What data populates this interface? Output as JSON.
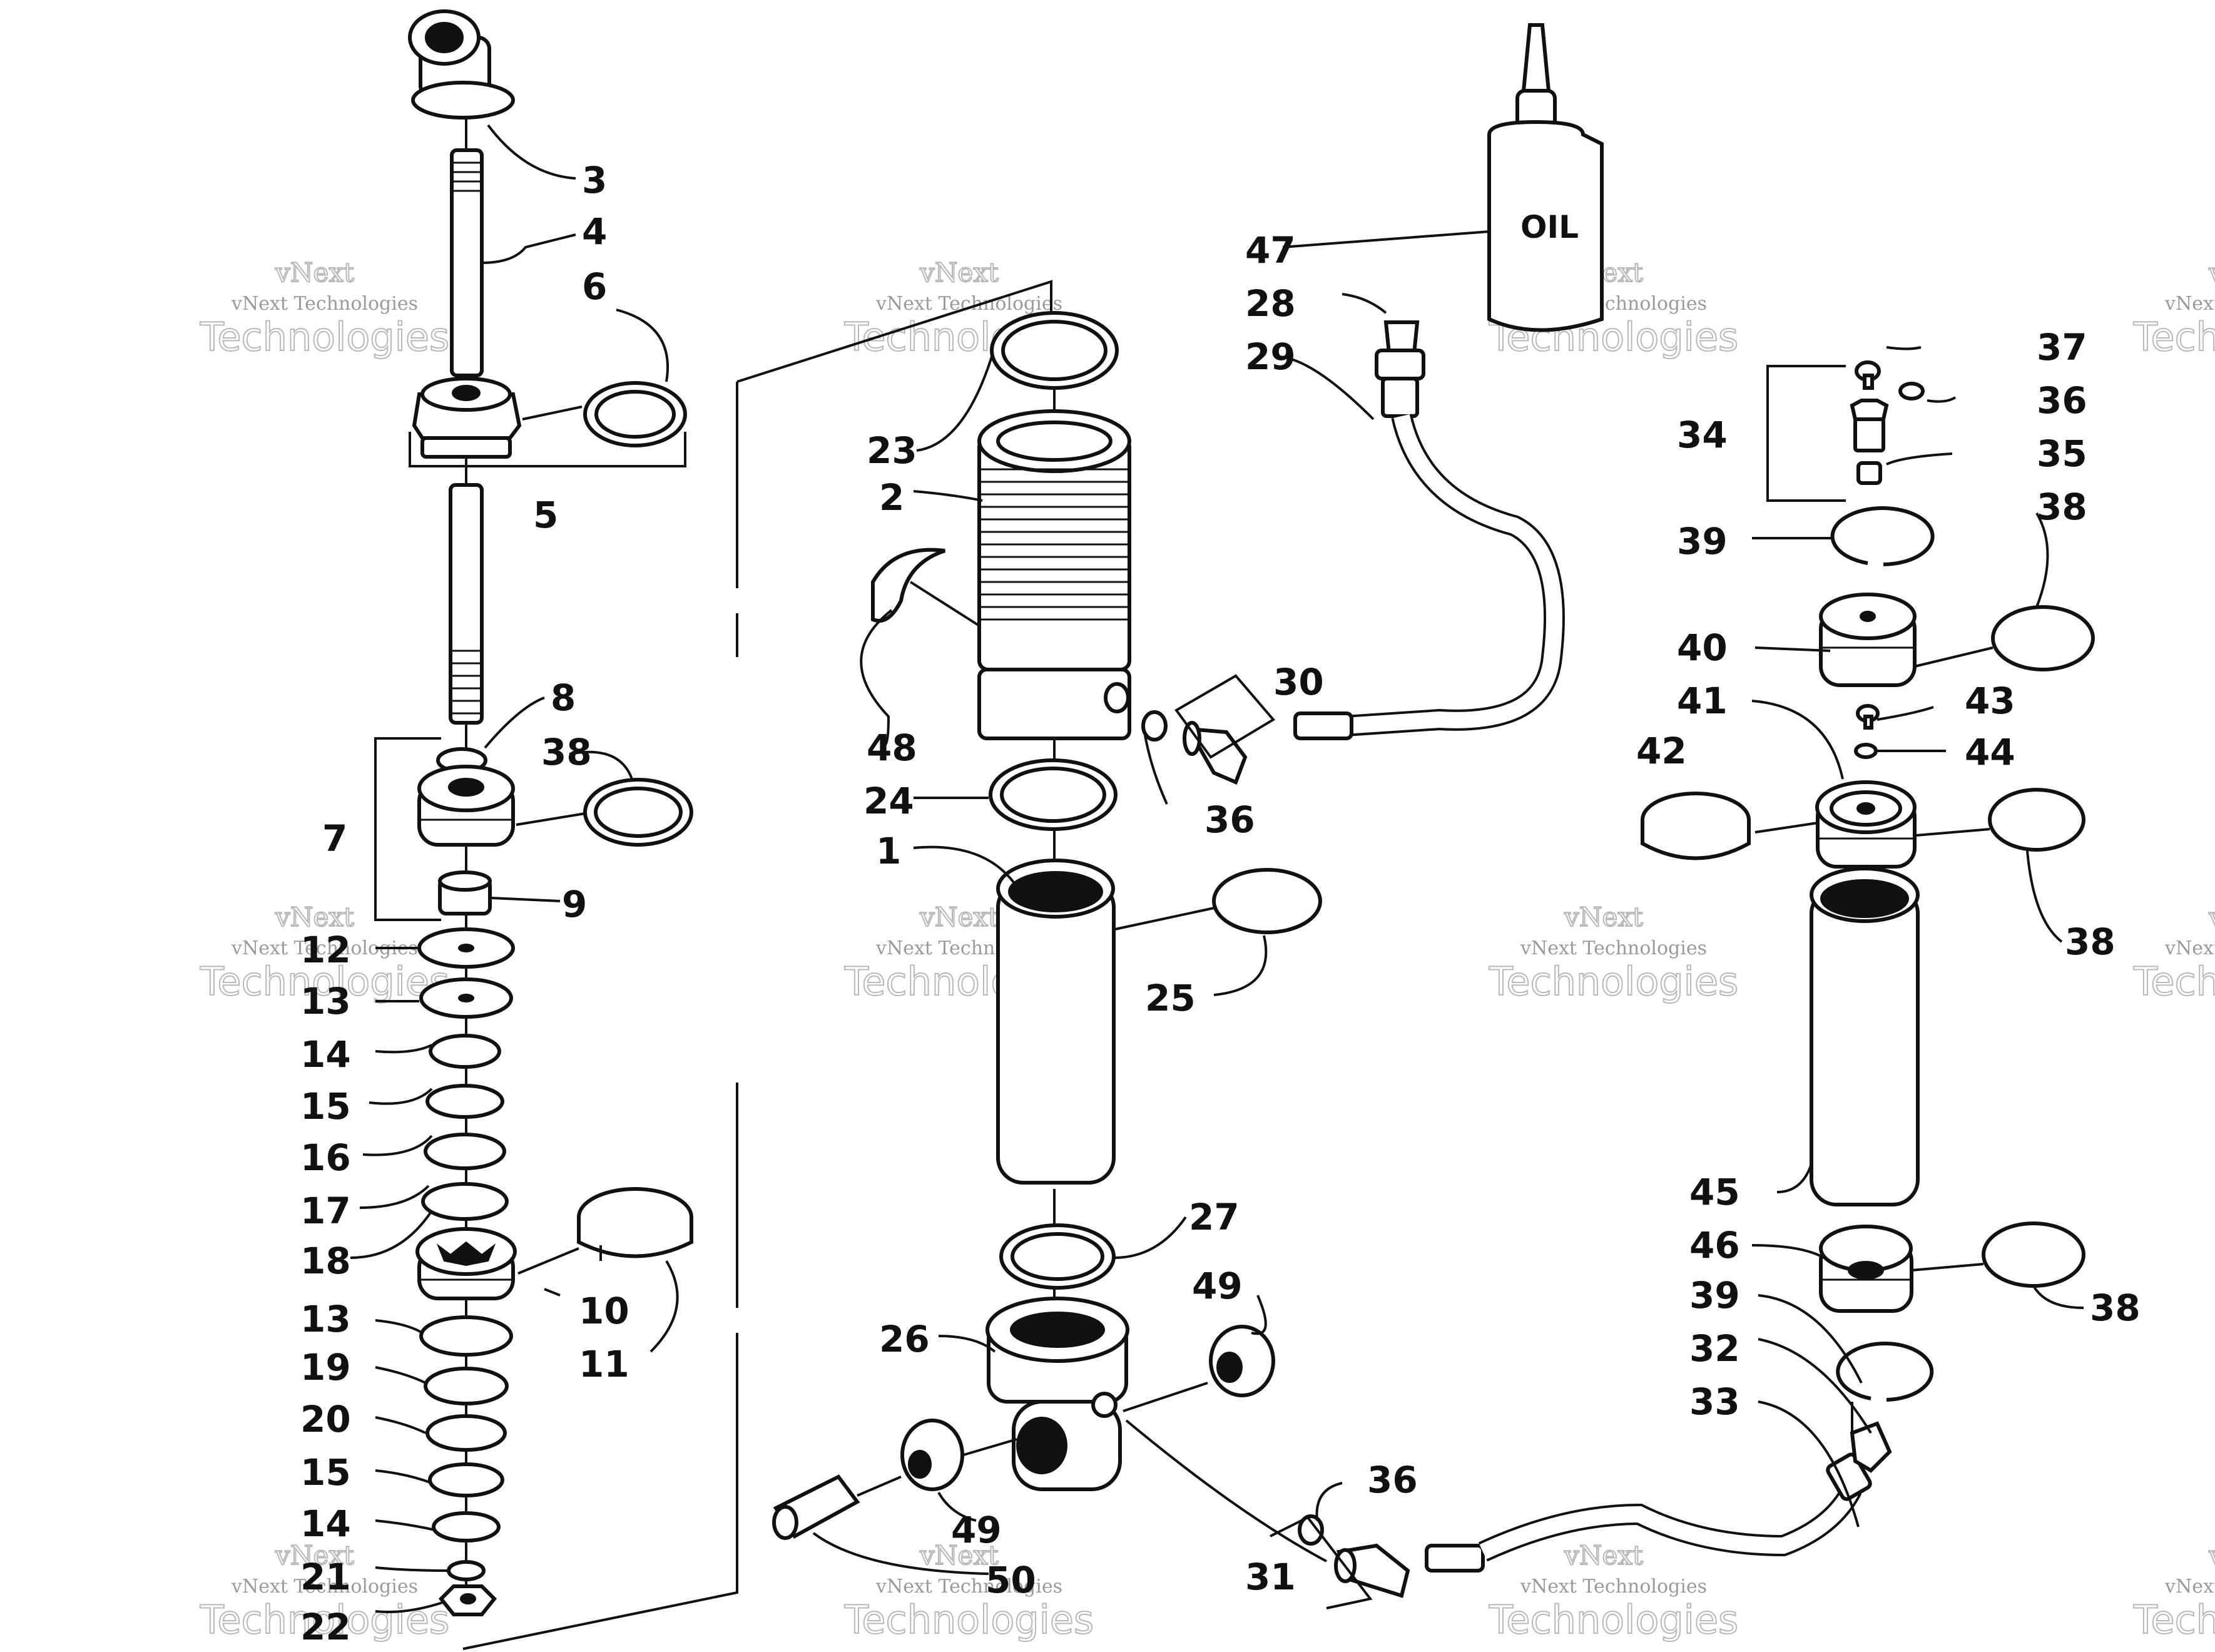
{
  "callouts": [
    {
      "id": "c3",
      "text": "3"
    },
    {
      "id": "c4",
      "text": "4"
    },
    {
      "id": "c6",
      "text": "6"
    },
    {
      "id": "c5",
      "text": "5"
    },
    {
      "id": "c8",
      "text": "8"
    },
    {
      "id": "c38a",
      "text": "38"
    },
    {
      "id": "c7",
      "text": "7"
    },
    {
      "id": "c9",
      "text": "9"
    },
    {
      "id": "c12",
      "text": "12"
    },
    {
      "id": "c13a",
      "text": "13"
    },
    {
      "id": "c14a",
      "text": "14"
    },
    {
      "id": "c15a",
      "text": "15"
    },
    {
      "id": "c16",
      "text": "16"
    },
    {
      "id": "c17",
      "text": "17"
    },
    {
      "id": "c18",
      "text": "18"
    },
    {
      "id": "c10",
      "text": "10"
    },
    {
      "id": "c11",
      "text": "11"
    },
    {
      "id": "c13b",
      "text": "13"
    },
    {
      "id": "c19",
      "text": "19"
    },
    {
      "id": "c20",
      "text": "20"
    },
    {
      "id": "c15b",
      "text": "15"
    },
    {
      "id": "c14b",
      "text": "14"
    },
    {
      "id": "c21",
      "text": "21"
    },
    {
      "id": "c22",
      "text": "22"
    },
    {
      "id": "c23",
      "text": "23"
    },
    {
      "id": "c2",
      "text": "2"
    },
    {
      "id": "c48",
      "text": "48"
    },
    {
      "id": "c24",
      "text": "24"
    },
    {
      "id": "c1",
      "text": "1"
    },
    {
      "id": "c25",
      "text": "25"
    },
    {
      "id": "c27",
      "text": "27"
    },
    {
      "id": "c26",
      "text": "26"
    },
    {
      "id": "c49a",
      "text": "49"
    },
    {
      "id": "c49b",
      "text": "49"
    },
    {
      "id": "c50",
      "text": "50"
    },
    {
      "id": "c47",
      "text": "47"
    },
    {
      "id": "c28",
      "text": "28"
    },
    {
      "id": "c29",
      "text": "29"
    },
    {
      "id": "c30",
      "text": "30"
    },
    {
      "id": "c36a",
      "text": "36"
    },
    {
      "id": "c36b",
      "text": "36"
    },
    {
      "id": "c31",
      "text": "31"
    },
    {
      "id": "c37",
      "text": "37"
    },
    {
      "id": "c36c",
      "text": "36"
    },
    {
      "id": "c34",
      "text": "34"
    },
    {
      "id": "c35",
      "text": "35"
    },
    {
      "id": "c39a",
      "text": "39"
    },
    {
      "id": "c38b",
      "text": "38"
    },
    {
      "id": "c40",
      "text": "40"
    },
    {
      "id": "c41",
      "text": "41"
    },
    {
      "id": "c43",
      "text": "43"
    },
    {
      "id": "c42",
      "text": "42"
    },
    {
      "id": "c44",
      "text": "44"
    },
    {
      "id": "c38c",
      "text": "38"
    },
    {
      "id": "c45",
      "text": "45"
    },
    {
      "id": "c46",
      "text": "46"
    },
    {
      "id": "c38d",
      "text": "38"
    },
    {
      "id": "c39b",
      "text": "39"
    },
    {
      "id": "c32",
      "text": "32"
    },
    {
      "id": "c33",
      "text": "33"
    }
  ],
  "oil_label": "OIL",
  "watermark": {
    "line1": "vNext",
    "line2": "vNext Technologies",
    "line3": "Technologies"
  }
}
